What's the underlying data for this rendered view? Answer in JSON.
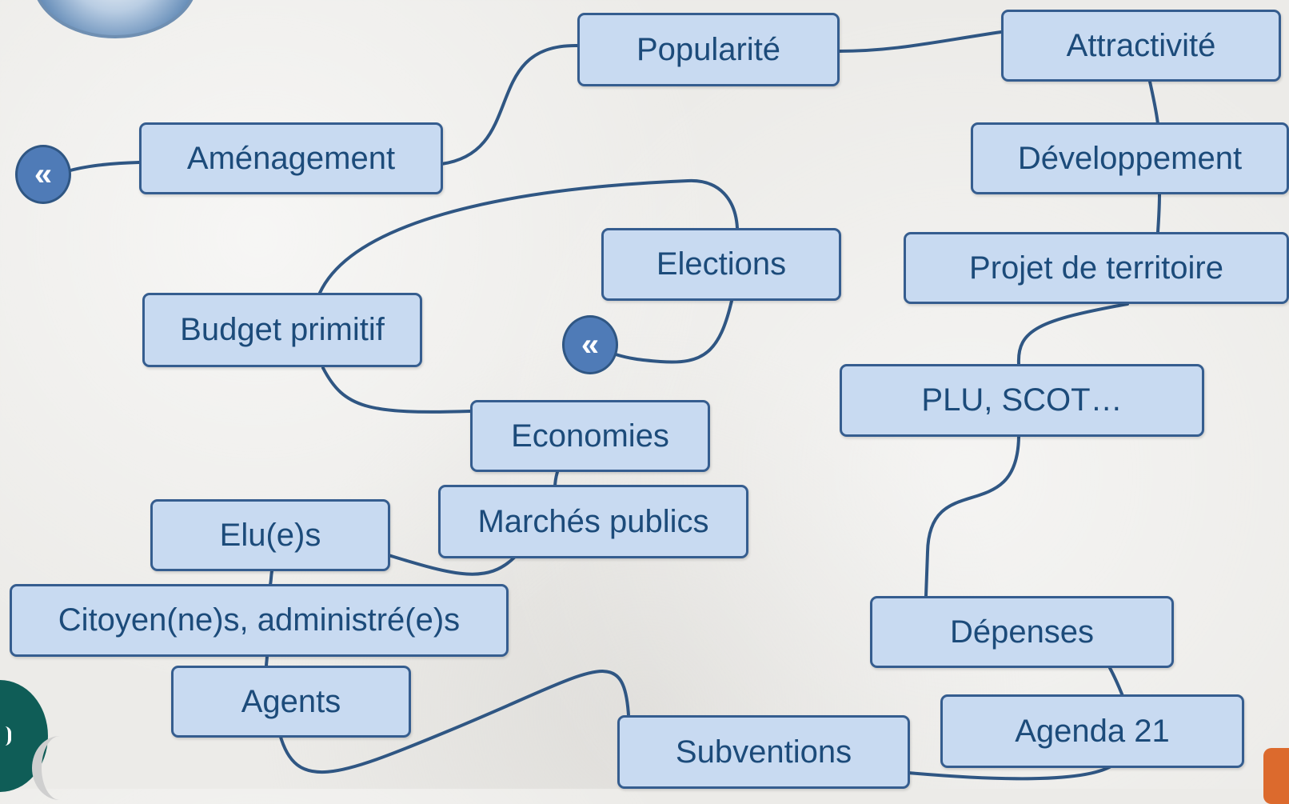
{
  "diagram": {
    "nodes": {
      "amenagement": "Aménagement",
      "popularite": "Popularité",
      "attractivite": "Attractivité",
      "developpement": "Développement",
      "projet_territoire": "Projet de territoire",
      "elections": "Elections",
      "budget_primitif": "Budget primitif",
      "plu_scot": "PLU, SCOT…",
      "economies": "Economies",
      "marches_publics": "Marchés publics",
      "elus": "Elu(e)s",
      "citoyens": "Citoyen(ne)s, administré(e)s",
      "agents": "Agents",
      "depenses": "Dépenses",
      "agenda21": "Agenda 21",
      "subventions": "Subventions"
    },
    "collapse_buttons": {
      "left_label": "«",
      "middle_label": "«"
    },
    "colors": {
      "node_fill": "#c8daf1",
      "node_border": "#355d8f",
      "node_text": "#1c4b7a",
      "connector": "#2f5683",
      "collapse_fill": "#4f7bb7"
    }
  }
}
